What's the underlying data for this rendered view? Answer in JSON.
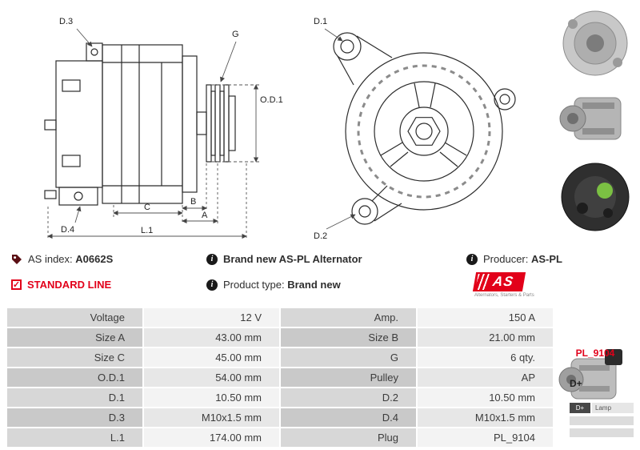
{
  "header": {
    "as_index_label": "AS index:",
    "as_index_value": "A0662S",
    "standard_line": "STANDARD LINE",
    "brand_new_label": "Brand new AS-PL Alternator",
    "product_type_label": "Product type:",
    "product_type_value": "Brand new",
    "producer_label": "Producer:",
    "producer_value": "AS-PL",
    "logo_text": "AS",
    "logo_subtext": "Alternators, Starters & Parts"
  },
  "icons": {
    "info_glyph": "i",
    "check_glyph": "✓"
  },
  "diagram": {
    "side_view": {
      "d3": "D.3",
      "g": "G",
      "od1": "O.D.1",
      "d4": "D.4",
      "c": "C",
      "b": "B",
      "a": "A",
      "l1": "L.1"
    },
    "front_view": {
      "d1": "D.1",
      "d2": "D.2"
    }
  },
  "sidebar": {
    "plug_code": "PL_9104",
    "terminal": "D+",
    "pin_table": {
      "pin": "D+",
      "label": "Lamp"
    }
  },
  "spec_table": {
    "rows": [
      {
        "label1": "Voltage",
        "value1": "12 V",
        "label2": "Amp.",
        "value2": "150 A"
      },
      {
        "label1": "Size A",
        "value1": "43.00 mm",
        "label2": "Size B",
        "value2": "21.00 mm"
      },
      {
        "label1": "Size C",
        "value1": "45.00 mm",
        "label2": "G",
        "value2": "6 qty."
      },
      {
        "label1": "O.D.1",
        "value1": "54.00 mm",
        "label2": "Pulley",
        "value2": "AP"
      },
      {
        "label1": "D.1",
        "value1": "10.50 mm",
        "label2": "D.2",
        "value2": "10.50 mm"
      },
      {
        "label1": "D.3",
        "value1": "M10x1.5 mm",
        "label2": "D.4",
        "value2": "M10x1.5 mm"
      },
      {
        "label1": "L.1",
        "value1": "174.00 mm",
        "label2": "Plug",
        "value2": "PL_9104"
      }
    ]
  },
  "colors": {
    "accent_red": "#e2001a",
    "table_label_gray": "#d7d7d7",
    "table_value_gray": "#f3f3f3"
  }
}
